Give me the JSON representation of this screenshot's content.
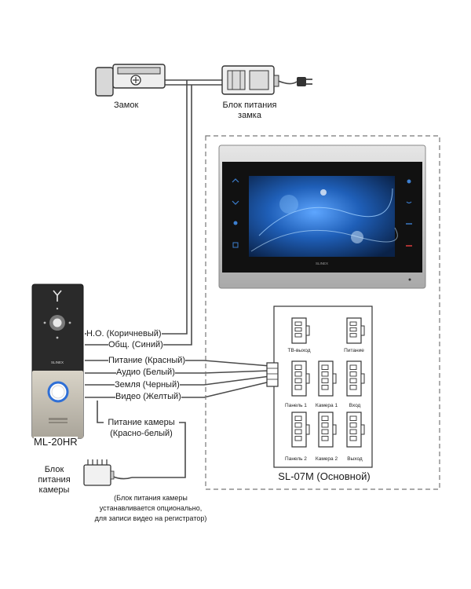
{
  "labels": {
    "lock": "Замок",
    "lock_psu": "Блок питания замка",
    "no_wire": "Н.О. (Коричневый)",
    "com_wire": "Общ. (Синий)",
    "power_wire": "Питание (Красный)",
    "audio_wire": "Аудио (Белый)",
    "ground_wire": "Земля (Черный)",
    "video_wire": "Видео (Желтый)",
    "camera_power_wire_line1": "Питание камеры",
    "camera_power_wire_line2": "(Красно-белый)",
    "outdoor_panel_model": "ML-20HR",
    "monitor_model": "SL-07M (Основной)",
    "camera_psu_line1": "Блок",
    "camera_psu_line2": "питания",
    "camera_psu_line3": "камеры",
    "note_line1": "(Блок питания камеры",
    "note_line2": "устанавливается опционально,",
    "note_line3": "для записи видео на регистратор)",
    "panel_brand": "SLINEX",
    "monitor_brand": "SLINEX"
  },
  "connectors": {
    "tv_out": "ТВ-выход",
    "power": "Питание",
    "panel1": "Панель 1",
    "camera1": "Камера 1",
    "input": "Вход",
    "panel2": "Панель 2",
    "camera2": "Камера 2",
    "output": "Выход"
  },
  "colors": {
    "wire": "#4a4a4a",
    "panel_face": "#2a2a2a",
    "panel_lower": "#b9b4a8",
    "call_button_ring": "#2f6fd6",
    "monitor_frame": "#c8c8c8",
    "screen": "#0b2f6b"
  }
}
